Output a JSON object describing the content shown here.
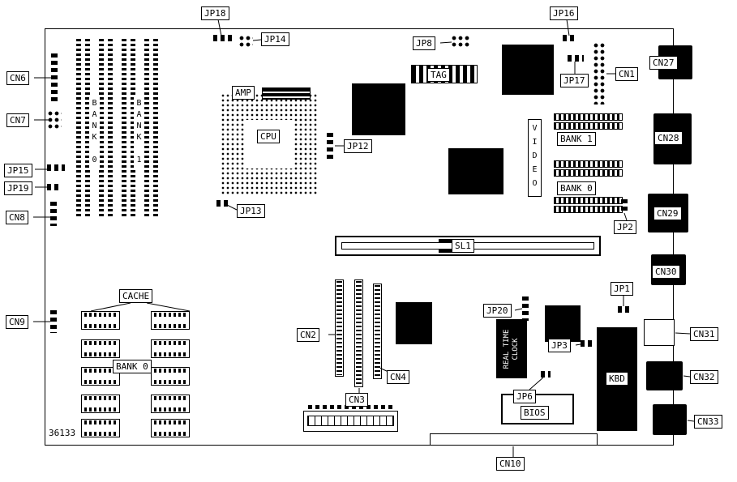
{
  "diagram": {
    "part_number": "36133",
    "colors": {
      "ink": "#000000",
      "paper": "#ffffff"
    }
  },
  "callouts": {
    "cn1": "CN1",
    "cn2": "CN2",
    "cn3": "CN3",
    "cn4": "CN4",
    "cn6": "CN6",
    "cn7": "CN7",
    "cn8": "CN8",
    "cn9": "CN9",
    "cn10": "CN10",
    "cn27": "CN27",
    "cn28": "CN28",
    "cn29": "CN29",
    "cn30": "CN30",
    "cn31": "CN31",
    "cn32": "CN32",
    "cn33": "CN33",
    "jp1": "JP1",
    "jp2": "JP2",
    "jp3": "JP3",
    "jp6": "JP6",
    "jp8": "JP8",
    "jp12": "JP12",
    "jp13": "JP13",
    "jp14": "JP14",
    "jp15": "JP15",
    "jp16": "JP16",
    "jp17": "JP17",
    "jp18": "JP18",
    "jp19": "JP19",
    "jp20": "JP20",
    "sl1": "SL1"
  },
  "components": {
    "cpu": "CPU",
    "amp": "AMP",
    "tag": "TAG",
    "video": "VIDEO",
    "simm_bank0": "BANK 0",
    "simm_bank1": "BANK 1",
    "right_bank1": "BANK 1",
    "right_bank0": "BANK 0",
    "cache": "CACHE",
    "cache_bank0": "BANK 0",
    "rtc_line1": "REAL TIME",
    "rtc_line2": "CLOCK",
    "bios": "BIOS",
    "kbd": "KBD"
  }
}
